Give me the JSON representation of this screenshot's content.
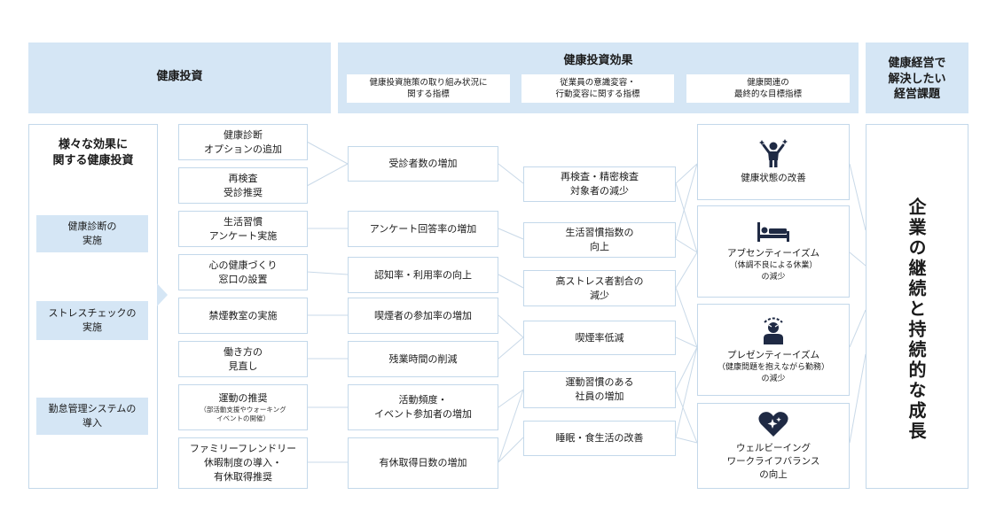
{
  "header": {
    "left_title": "健康投資",
    "middle_title": "健康投資効果",
    "sub1": "健康投資施策の取り組み状況に\n関する指標",
    "sub2": "従業員の意識変容・\n行動変容に関する指標",
    "sub3": "健康関連の\n最終的な目標指標",
    "right_title": "健康経営で\n解決したい\n経営課題"
  },
  "left_panel": {
    "title": "様々な効果に\n関する健康投資",
    "categories": [
      "健康診断の\n実施",
      "ストレスチェックの\n実施",
      "勤怠管理システムの\n導入"
    ]
  },
  "initiatives": [
    "健康診断\nオプションの追加",
    "再検査\n受診推奨",
    "生活習慣\nアンケート実施",
    "心の健康づくり\n窓口の設置",
    "禁煙教室の実施",
    "働き方の\n見直し",
    "運動の推奨",
    "ファミリーフレンドリー\n休暇制度の導入・\n有休取得推奨"
  ],
  "initiative_note": "（部活動支援やウォーキング\nイベントの開催）",
  "indicators": [
    "受診者数の増加",
    "アンケート回答率の増加",
    "認知率・利用率の向上",
    "喫煙者の参加率の増加",
    "残業時間の削減",
    "活動頻度・\nイベント参加者の増加",
    "有休取得日数の増加"
  ],
  "behaviors": [
    "再検査・精密検査\n対象者の減少",
    "生活習慣指数の\n向上",
    "高ストレス者割合の\n減少",
    "喫煙率低減",
    "運動習慣のある\n社員の増加",
    "睡眠・食生活の改善"
  ],
  "outcomes": [
    {
      "label": "健康状態の改善",
      "note": "",
      "icon": "person-cheer-icon"
    },
    {
      "label": "アブセンティーイズム",
      "note": "（体調不良による休業）\nの減少",
      "icon": "bed-icon"
    },
    {
      "label": "プレゼンティーイズム",
      "note": "（健康問題を抱えながら勤務）\nの減少",
      "icon": "stressed-person-icon"
    },
    {
      "label": "ウェルビーイング\nワークライフバランス\nの向上",
      "note": "",
      "icon": "heart-sparkle-icon"
    }
  ],
  "goal": "企業の継続と持続的な成長",
  "colors": {
    "header_bg": "#d5e6f5",
    "box_border": "#c3d8ea",
    "icon": "#1f2a44",
    "connector": "#c9d9e8"
  }
}
